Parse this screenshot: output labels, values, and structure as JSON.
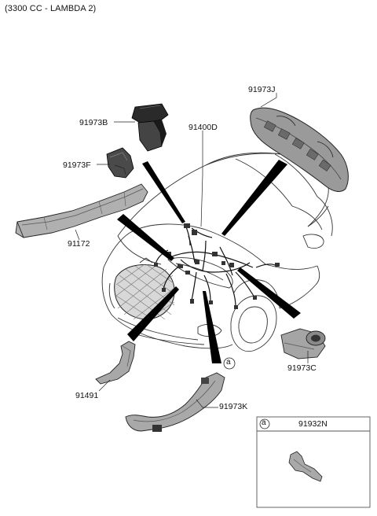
{
  "header": {
    "engine_label": "(3300 CC - LAMBDA 2)"
  },
  "parts": {
    "p91973J": "91973J",
    "p91973B": "91973B",
    "p91400D": "91400D",
    "p91973F": "91973F",
    "p91172": "91172",
    "p91491": "91491",
    "p91973K": "91973K",
    "p91973C": "91973C"
  },
  "callout": {
    "ref_letter": "a"
  },
  "inset": {
    "ref_letter": "a",
    "part_number": "91932N"
  }
}
